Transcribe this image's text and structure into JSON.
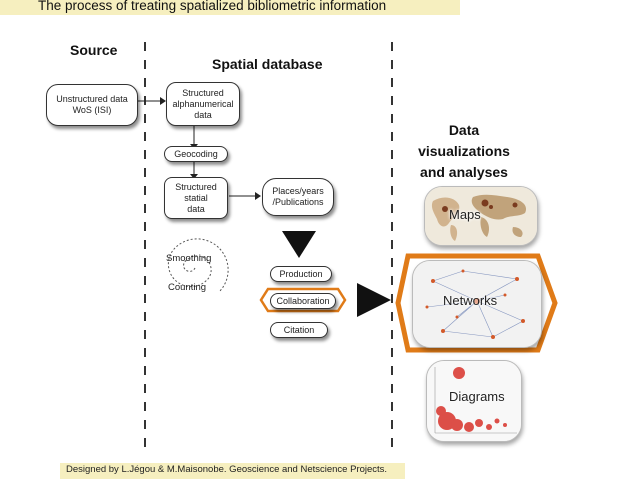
{
  "title": "The process of treating spatialized bibliometric information",
  "columns": {
    "source": "Source",
    "spatial": "Spatial database",
    "viz_line1": "Data",
    "viz_line2": "visualizations",
    "viz_line3": "and analyses"
  },
  "nodes": {
    "unstructured_l1": "Unstructured data",
    "unstructured_l2": "WoS (ISI)",
    "struct_alpha_l1": "Structured",
    "struct_alpha_l2": "alphanumerical",
    "struct_alpha_l3": "data",
    "geocoding": "Geocoding",
    "struct_spatial_l1": "Structured",
    "struct_spatial_l2": "statial",
    "struct_spatial_l3": "data",
    "places_l1": "Places/years",
    "places_l2": "/Publications",
    "smoothing": "Smoothing",
    "counting": "Counting",
    "production": "Production",
    "collaboration": "Collaboration",
    "citation": "Citation"
  },
  "outputs": {
    "maps": "Maps",
    "networks": "Networks",
    "diagrams": "Diagrams"
  },
  "colors": {
    "highlight": "#e07b18",
    "title_bg": "#f6efbf"
  },
  "footer": "Designed by L.Jégou & M.Maisonobe. Geoscience and Netscience Projects."
}
